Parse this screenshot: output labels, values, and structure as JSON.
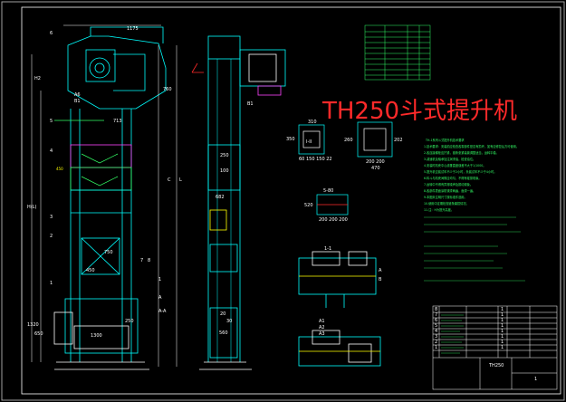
{
  "title": "TH250斗式提升机",
  "front_view": {
    "dims": {
      "top_width": "1175",
      "h2": "H2",
      "a6": "A6",
      "b1": "B1",
      "right_height": "760",
      "mid_width": "713",
      "bucket_pitch": "450",
      "lower_width": "450",
      "inspect_height": "750",
      "base_left": "1320",
      "base_height": "650",
      "base_mid": "250",
      "base_width": "1300",
      "total_height_left": "H(L)",
      "total_height": "L",
      "c_mark": "C"
    },
    "part_numbers": [
      "6",
      "5",
      "4",
      "3",
      "2",
      "1",
      "7",
      "8"
    ],
    "section_a": "A",
    "section_a_label": "A-A",
    "section_1": "1"
  },
  "side_view": {
    "dims": {
      "top": "250",
      "mid": "100",
      "lower": "682",
      "base": "560",
      "b1": "B1",
      "num_20": "20",
      "num_30": "30"
    }
  },
  "detail_views": {
    "detail1": {
      "top": "310",
      "side": "350",
      "label": "I-II",
      "bottom": "60 150 150 22"
    },
    "detail2": {
      "left": "260",
      "right": "202",
      "bottom_a": "200 200",
      "bottom_b": "470"
    },
    "detail3": {
      "top": "5-80",
      "left": "520",
      "bottom": "200 200 200"
    }
  },
  "plan_views": {
    "view1": {
      "label": "1-1",
      "dims": [
        "A",
        "B"
      ]
    },
    "view2": {
      "labels": [
        "A1",
        "A2",
        "A3"
      ]
    }
  },
  "tech_notes": {
    "heading": "TH-1系列斗式提升机技术要求",
    "lines": [
      "1.技术要求：安装前应检查各零部件是否有损坏，如有应修复后方可使用。",
      "2.各连接螺栓应拧紧，链条张紧装置调整适当，运转平稳。",
      "3.减速机及轴承加注润滑油，检查油位。",
      "4.安装时机壳中心线垂直度误差不大于1/1000。",
      "5.提升机空载试车不少于2小时，负载试车不少于4小时。",
      "6.料斗与机壳间隙应均匀，不得有碰撞现象。",
      "7.运转中不得有异常噪声及振动现象。",
      "8.各部件表面涂防锈漆两遍，面漆一遍。",
      "9.本图未注明尺寸按标准件选用。",
      "10.使用中定期检查链条磨损情况。",
      "11.注：H为提升高度。"
    ]
  },
  "table_top": {
    "rows": [
      [
        "",
        "",
        "",
        ""
      ],
      [
        "",
        "",
        "",
        ""
      ],
      [
        "",
        "",
        "",
        ""
      ],
      [
        "",
        "",
        "",
        ""
      ],
      [
        "",
        "",
        "",
        ""
      ],
      [
        "",
        "",
        "",
        ""
      ],
      [
        "",
        "",
        "",
        ""
      ],
      [
        "",
        "",
        "",
        ""
      ],
      [
        "",
        "",
        "",
        ""
      ]
    ]
  },
  "parts_list": {
    "rows": [
      [
        "8",
        "",
        "",
        "1",
        "",
        ""
      ],
      [
        "7",
        "",
        "",
        "1",
        "",
        ""
      ],
      [
        "6",
        "",
        "",
        "1",
        "",
        ""
      ],
      [
        "5",
        "",
        "",
        "1",
        "",
        ""
      ],
      [
        "4",
        "",
        "",
        "1",
        "",
        ""
      ],
      [
        "3",
        "",
        "",
        "1",
        "",
        ""
      ],
      [
        "2",
        "",
        "",
        "1",
        "",
        ""
      ],
      [
        "1",
        "",
        "",
        "1",
        "",
        ""
      ]
    ],
    "title_block": {
      "name": "TH250",
      "drawing_no": "",
      "sheet": "1"
    }
  },
  "colors": {
    "cyan": "#00ffff",
    "white": "#ffffff",
    "yellow": "#ffff00",
    "green": "#33ff66",
    "red": "#ff2a2a",
    "blue": "#3355ff",
    "magenta": "#ff44ff",
    "background": "#000000",
    "frame": "#a0a0a0"
  }
}
